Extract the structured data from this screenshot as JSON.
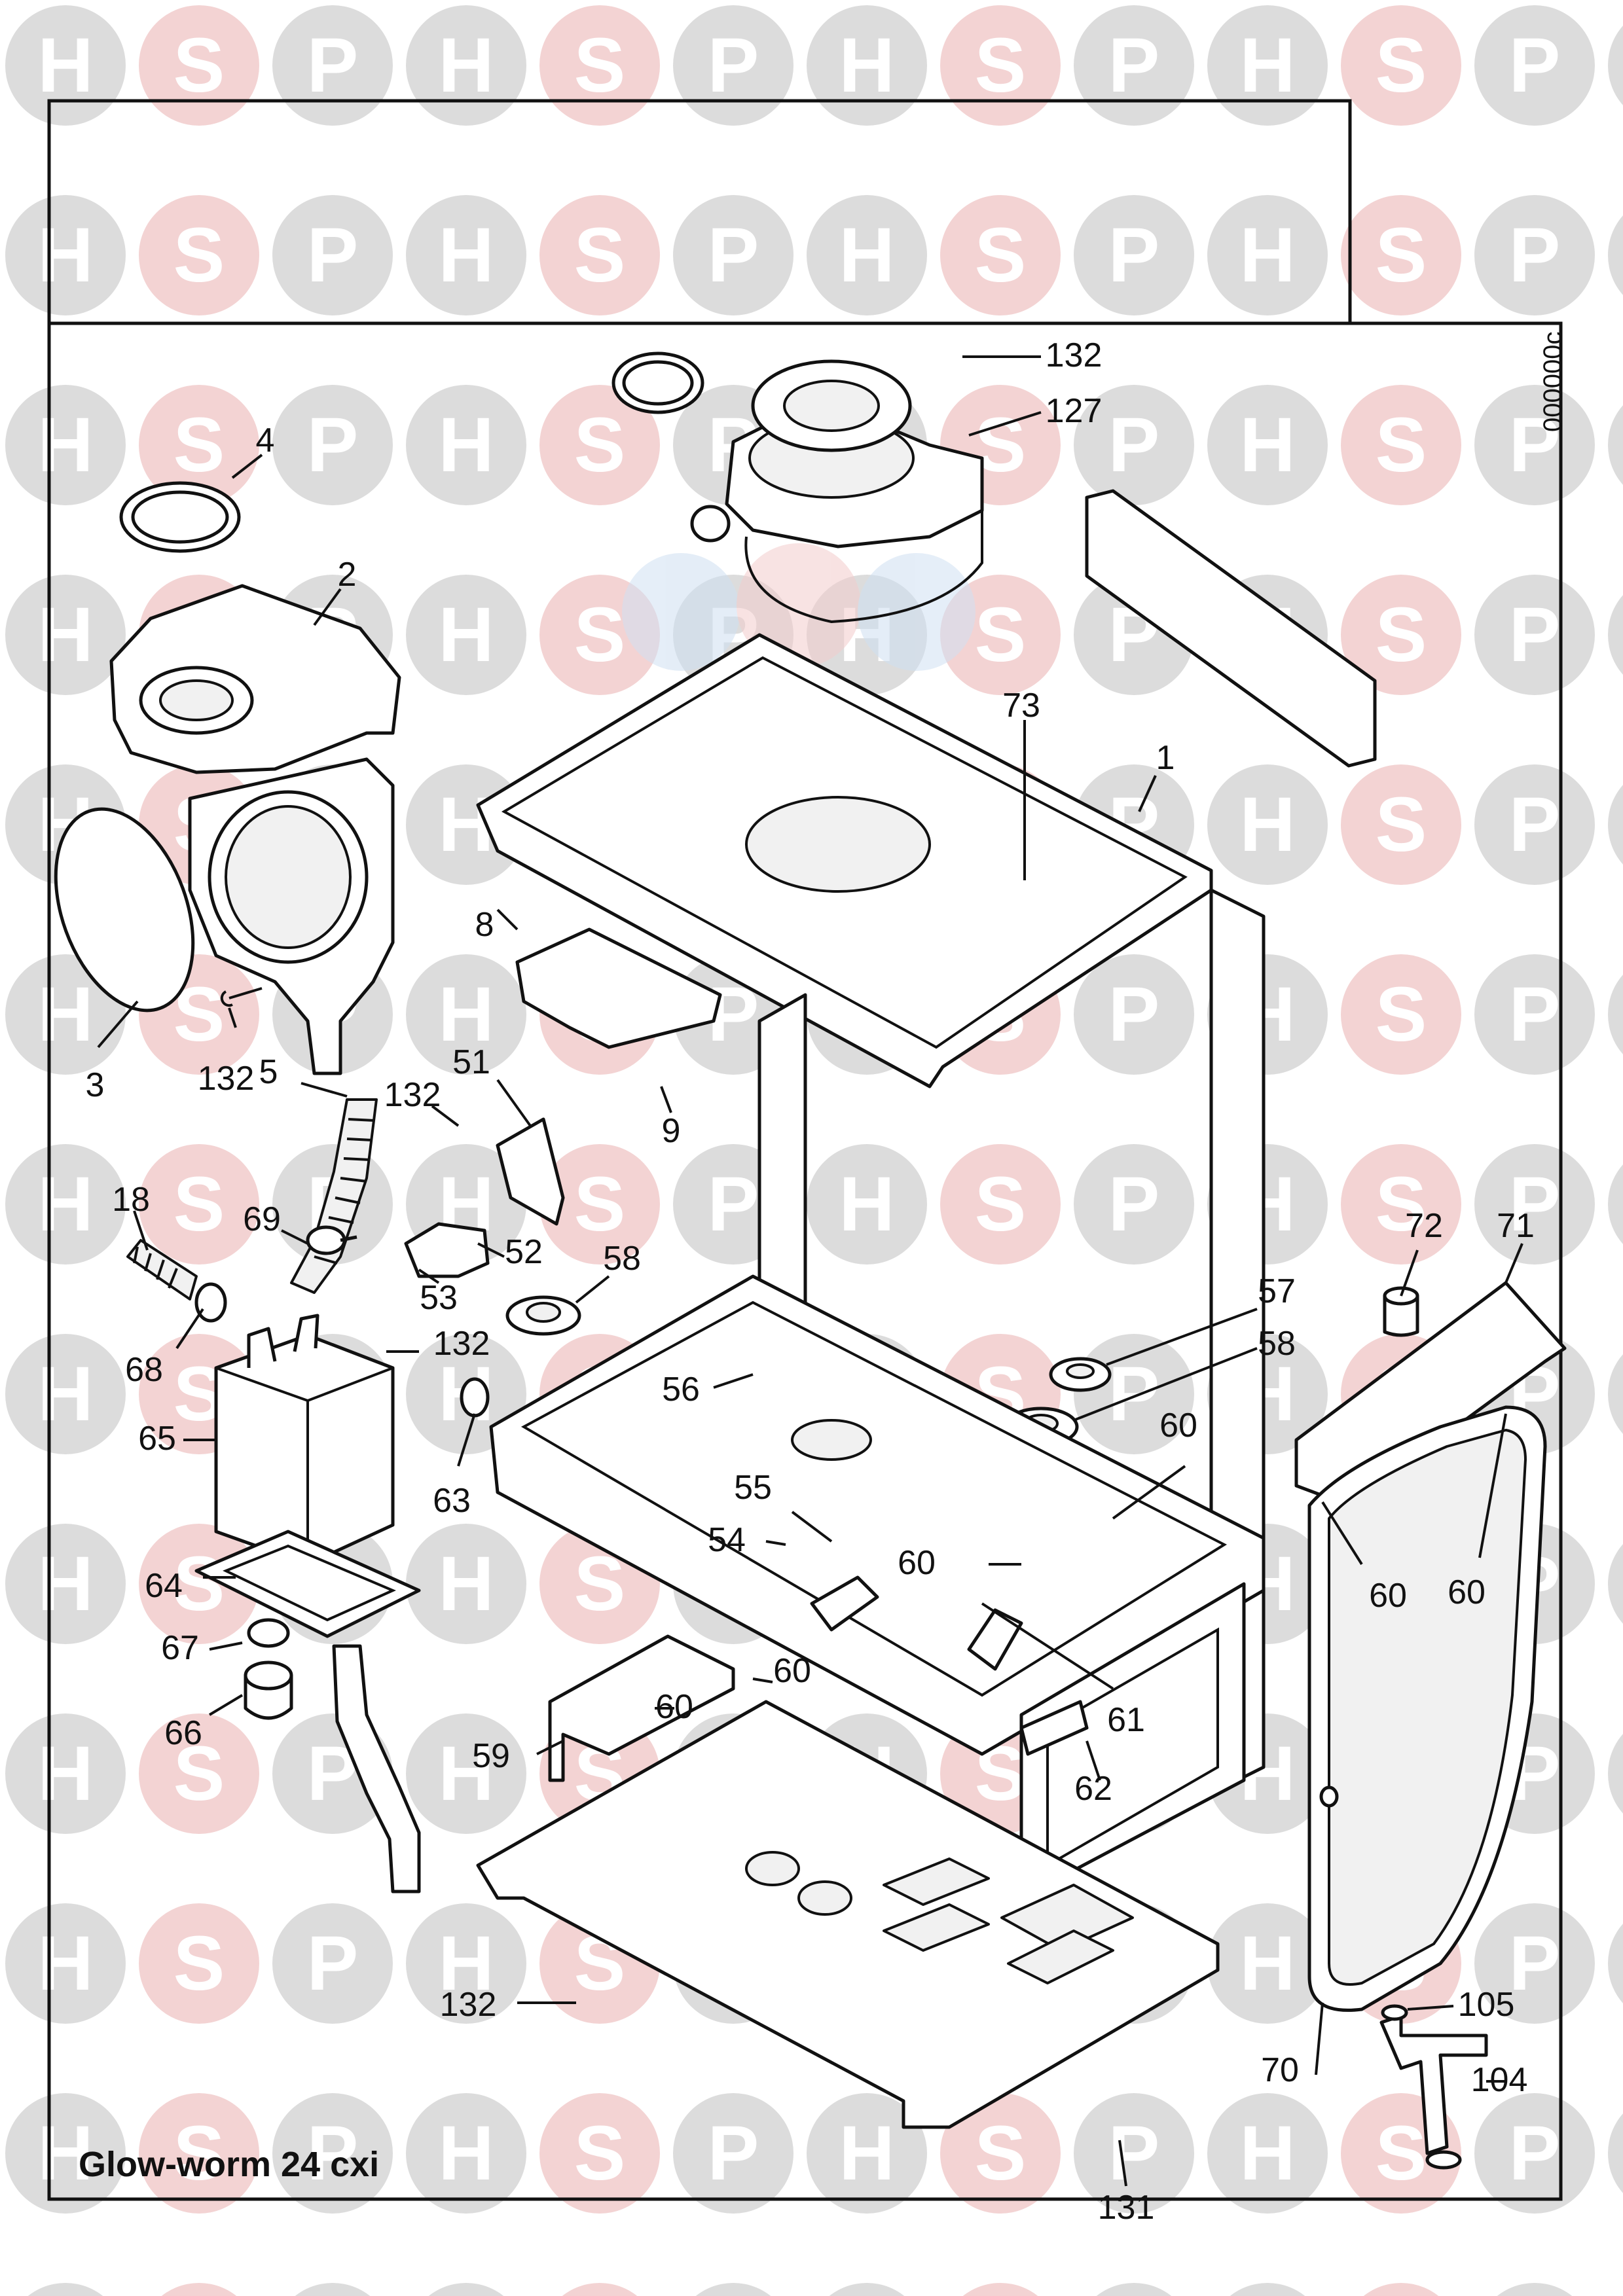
{
  "watermark": {
    "letters": [
      "H",
      "S",
      "P"
    ]
  },
  "drawing_code": "000000c",
  "model_caption": "Glow-worm 24 cxi",
  "callouts": [
    "132",
    "127",
    "4",
    "2",
    "73",
    "1",
    "3",
    "132",
    "8",
    "51",
    "132",
    "9",
    "5",
    "52",
    "18",
    "69",
    "53",
    "58",
    "72",
    "71",
    "68",
    "132",
    "57",
    "58",
    "56",
    "65",
    "63",
    "60",
    "55",
    "54",
    "60",
    "64",
    "60",
    "60",
    "67",
    "60",
    "61",
    "66",
    "60",
    "59",
    "62",
    "132",
    "105",
    "70",
    "104",
    "131"
  ],
  "colors": {
    "watermark_s": "#f3d3d3",
    "watermark_hp": "#dcdcdc",
    "line": "#111111",
    "center_blue": "#cfe0f2",
    "center_red": "#f3cccc"
  }
}
